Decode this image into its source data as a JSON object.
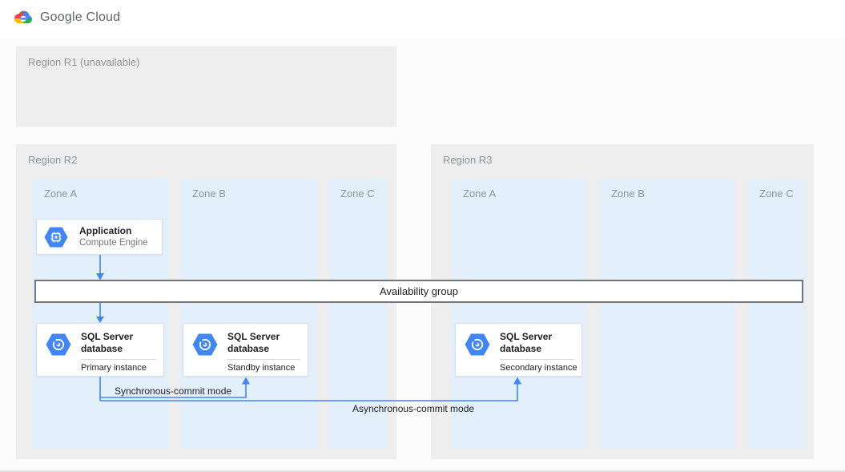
{
  "header": {
    "brand": "Google Cloud"
  },
  "colors": {
    "accent_blue": "#4285f4",
    "logo_red": "#ea4335",
    "logo_yellow": "#fbbc04",
    "logo_green": "#34a853",
    "region_bg": "#eeeeee",
    "zone_bg": "#e3f0fc",
    "bar_border": "#757575"
  },
  "icons": {
    "brand": "google-cloud-logo",
    "application": "compute-engine-hexagon",
    "database": "cloud-sql-hexagon"
  },
  "regions": {
    "r1": {
      "label": "Region R1 (unavailable)",
      "zones": []
    },
    "r2": {
      "label": "Region R2",
      "zones": [
        "Zone A",
        "Zone B",
        "Zone C"
      ]
    },
    "r3": {
      "label": "Region R3",
      "zones": [
        "Zone A",
        "Zone B",
        "Zone C"
      ]
    }
  },
  "availability_group": {
    "label": "Availability group"
  },
  "nodes": {
    "application": {
      "title": "Application",
      "subtitle": "Compute Engine"
    },
    "primary_db": {
      "title": "SQL Server database",
      "instance": "Primary instance"
    },
    "standby_db": {
      "title": "SQL Server database",
      "instance": "Standby instance"
    },
    "secondary_db": {
      "title": "SQL Server database",
      "instance": "Secondary instance"
    }
  },
  "connections": {
    "sync": {
      "label": "Synchronous-commit mode"
    },
    "async": {
      "label": "Asynchronous-commit mode"
    }
  }
}
